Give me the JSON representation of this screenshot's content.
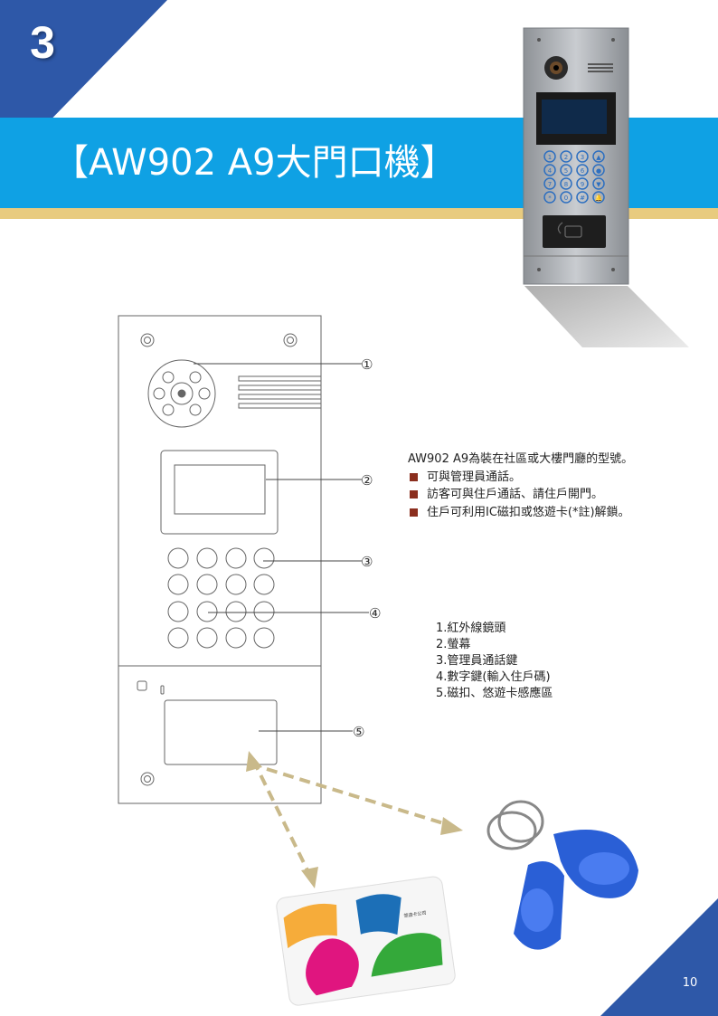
{
  "section_number": "3",
  "title": "【AW902 A9大門口機】",
  "colors": {
    "corner_blue": "#2e58a8",
    "band_cyan": "#0fa1e4",
    "gold": "#e8cb7f",
    "bullet": "#8b2e1e",
    "arrow": "#c9b98a"
  },
  "callouts": [
    "①",
    "②",
    "③",
    "④",
    "⑤"
  ],
  "description": {
    "heading": "AW902 A9為裝在社區或大樓門廳的型號。",
    "bullets": [
      "可與管理員通話。",
      "訪客可與住戶通話、請住戶開門。",
      "住戶可利用IC磁扣或悠遊卡(*註)解鎖。"
    ]
  },
  "legend": [
    "1.紅外線鏡頭",
    "2.螢幕",
    "3.管理員通話鍵",
    "4.數字鍵(輸入住戶碼)",
    "5.磁扣、悠遊卡感應區"
  ],
  "photo_keypad": [
    "1",
    "2",
    "3",
    "▲",
    "4",
    "5",
    "6",
    "●",
    "7",
    "8",
    "9",
    "▼",
    "*",
    "0",
    "#",
    "🔔"
  ],
  "card_logo_text": "悠遊卡公司",
  "page_number": "10",
  "icons": [
    "camera-lens-icon",
    "speaker-grille-icon",
    "rfid-reader-icon",
    "transit-card-image",
    "key-fob-image"
  ]
}
